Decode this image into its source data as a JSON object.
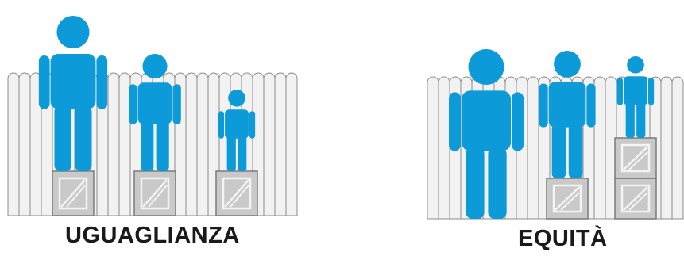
{
  "panels": [
    {
      "caption": "UGUAGLIANZA",
      "boxes_per_person": [
        1,
        1,
        1
      ]
    },
    {
      "caption": "EQUITÀ",
      "boxes_per_person": [
        0,
        1,
        2
      ]
    }
  ],
  "colors": {
    "person": "#0d9ad9",
    "fence_board": "#f2f2f2",
    "fence_outline": "#8c8c8c",
    "crate_fill": "#c9c9c9",
    "crate_outline": "#7a7a7a",
    "caption": "#1a1a1a"
  },
  "icons": [
    "person-icon",
    "crate-icon",
    "fence"
  ]
}
